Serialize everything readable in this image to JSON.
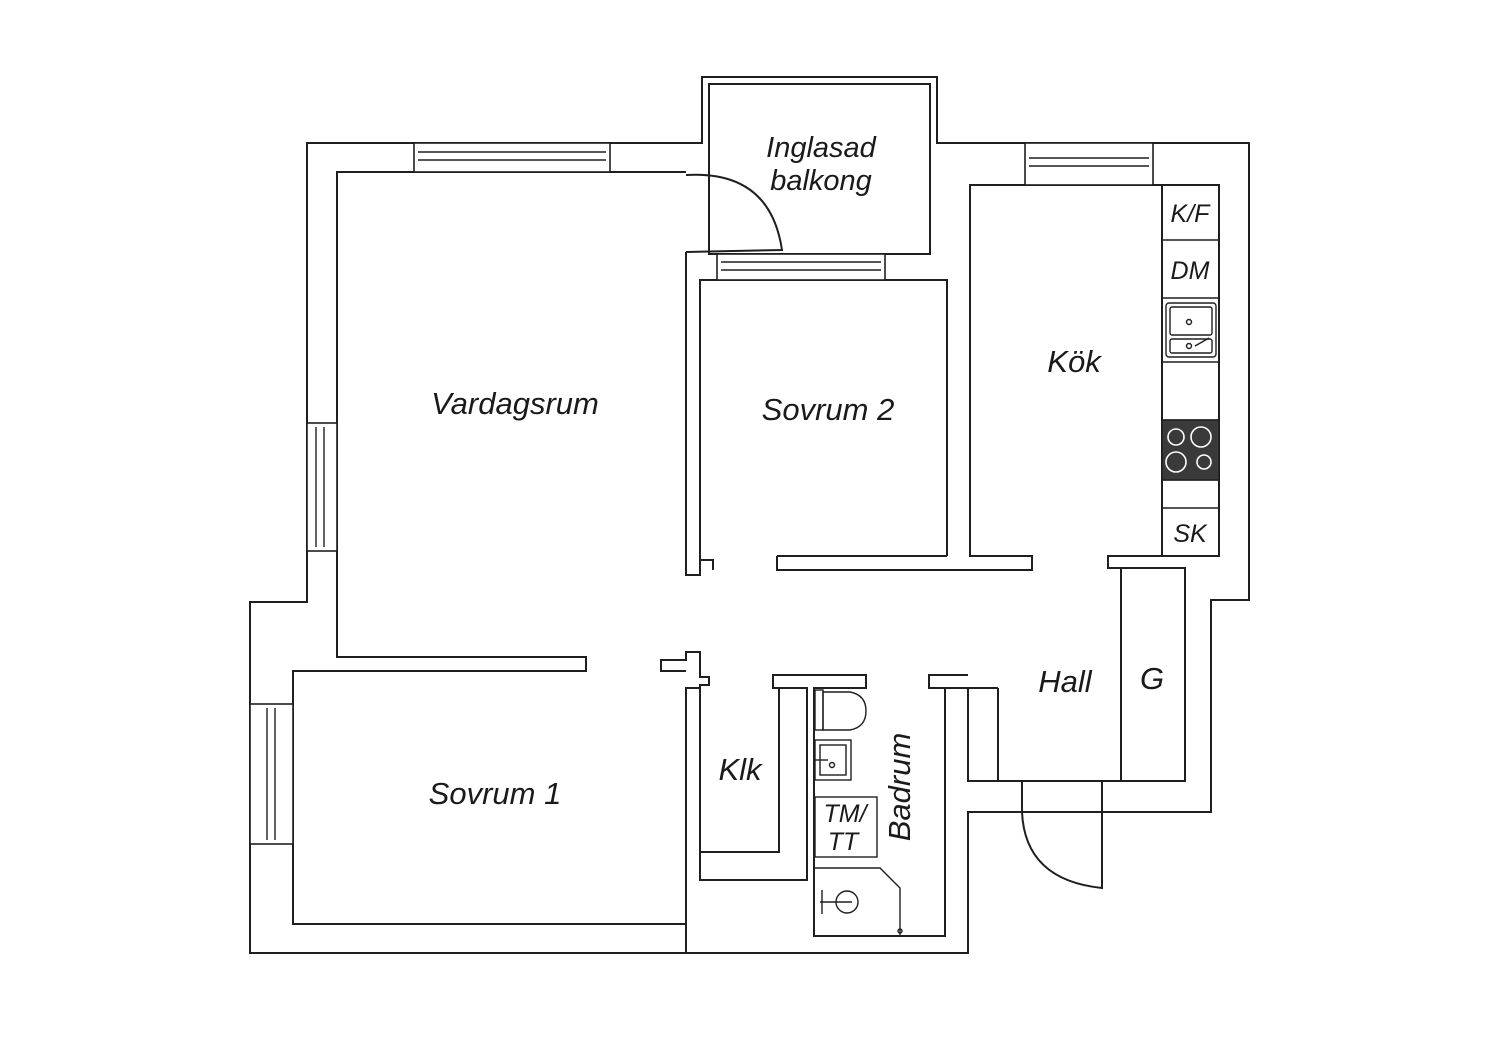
{
  "plan": {
    "rooms": {
      "balcony_line1": "Inglasad",
      "balcony_line2": "balkong",
      "living": "Vardagsrum",
      "bedroom2": "Sovrum 2",
      "kitchen": "Kök",
      "bedroom1": "Sovrum 1",
      "closet": "Klk",
      "bathroom": "Badrum",
      "hall": "Hall",
      "wardrobe": "G"
    },
    "fixtures": {
      "fridge_freezer": "K/F",
      "dishwasher": "DM",
      "cabinet": "SK",
      "washer_dryer_line1": "TM/",
      "washer_dryer_line2": "TT"
    },
    "colors": {
      "line": "#1f1f1f",
      "background": "#ffffff",
      "stove_fill": "#3a3a3a"
    }
  }
}
